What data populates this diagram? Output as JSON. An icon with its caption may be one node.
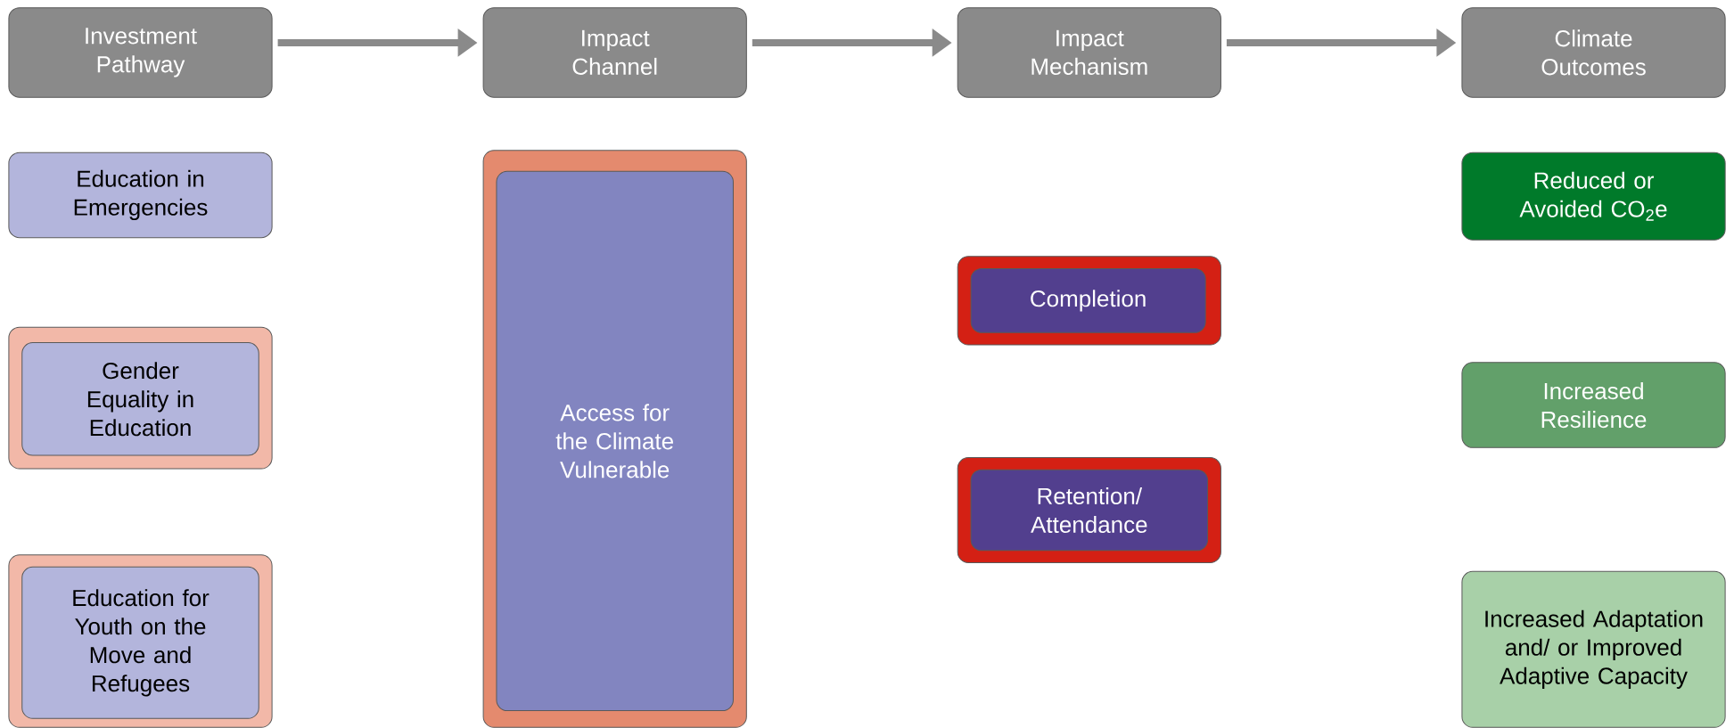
{
  "diagram": {
    "nodes": [
      {
        "text": [
          "Investment Pathway"
        ]
      },
      {
        "text": [
          "Impact Channel"
        ]
      },
      {
        "text": [
          "Impact Mechanism"
        ]
      },
      {
        "text": [
          "Climate Outcomes"
        ]
      },
      {
        "text": [
          "Education in Emergencies"
        ]
      },
      {
        "text": [],
        "shape": "box"
      },
      {
        "text": [
          "Gender Equality in Education"
        ],
        "in": 5
      },
      {
        "text": [],
        "shape": "box"
      },
      {
        "text": [
          "Education for Youth on the Move and Refugees"
        ],
        "in": 7
      },
      {
        "text": [],
        "shape": "box"
      },
      {
        "text": [
          "Access for the Climate Vulnerable"
        ],
        "in": 9
      },
      {
        "text": [],
        "shape": "box"
      },
      {
        "text": [
          "Completion"
        ],
        "in": 11
      },
      {
        "text": [],
        "shape": "box"
      },
      {
        "text": [
          "Retention/ Attendance"
        ],
        "in": 13
      },
      {
        "text": [
          "Reduced or Avoided CO$_{2}$e"
        ]
      },
      {
        "text": [
          "Increased Resilience"
        ]
      },
      {
        "text": [
          "Increased Adaptation and/ or Improved Adaptive Capacity"
        ]
      }
    ],
    "edges": [
      {
        "from": 0,
        "to": 1,
        "arrow": "to"
      },
      {
        "from": 1,
        "to": 2,
        "arrow": "to"
      },
      {
        "from": 2,
        "to": 3,
        "arrow": "to"
      }
    ]
  }
}
